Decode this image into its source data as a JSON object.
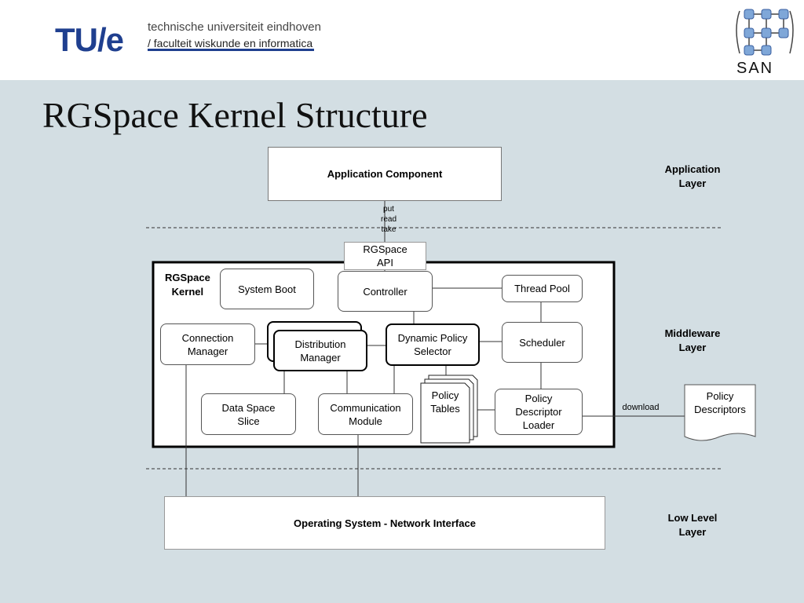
{
  "header": {
    "logo_text": "TU/e",
    "university_line1": "technische universiteit eindhoven",
    "university_line2": "/ faculteit wiskunde en informatica",
    "san_text": "SAN"
  },
  "title": "RGSpace Kernel Structure",
  "layers": {
    "application": "Application\nLayer",
    "middleware": "Middleware\nLayer",
    "low_level": "Low Level\nLayer"
  },
  "components": {
    "application_component": "Application Component",
    "rgspace_api": "RGSpace\nAPI",
    "kernel_label": "RGSpace\nKernel",
    "system_boot": "System Boot",
    "controller": "Controller",
    "thread_pool": "Thread Pool",
    "connection_manager": "Connection\nManager",
    "distribution_manager": "Distribution\nManager",
    "dynamic_policy_selector": "Dynamic Policy\nSelector",
    "scheduler": "Scheduler",
    "data_space_slice": "Data Space\nSlice",
    "communication_module": "Communication\nModule",
    "policy_tables": "Policy\nTables",
    "policy_descriptor_loader": "Policy\nDescriptor\nLoader",
    "policy_descriptors": "Policy\nDescriptors",
    "operating_system": "Operating System - Network Interface"
  },
  "edge_labels": {
    "api_ops": "put\nread\ntake",
    "download": "download"
  }
}
